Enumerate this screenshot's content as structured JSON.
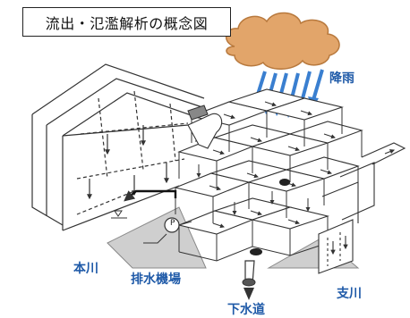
{
  "title": "流出・氾濫解析の概念図",
  "labels": {
    "rain": "降雨",
    "main_river": "本川",
    "pump_station": "排水機場",
    "sewer": "下水道",
    "tributary": "支川",
    "pump_marker": "P"
  },
  "colors": {
    "label_blue": "#1f5aa8",
    "rain_arrow": "#3a7fd0",
    "cloud_fill": "#e2a56a",
    "cloud_stroke": "#b8793d",
    "line": "#333333",
    "embankment": "#cfcfcf"
  }
}
